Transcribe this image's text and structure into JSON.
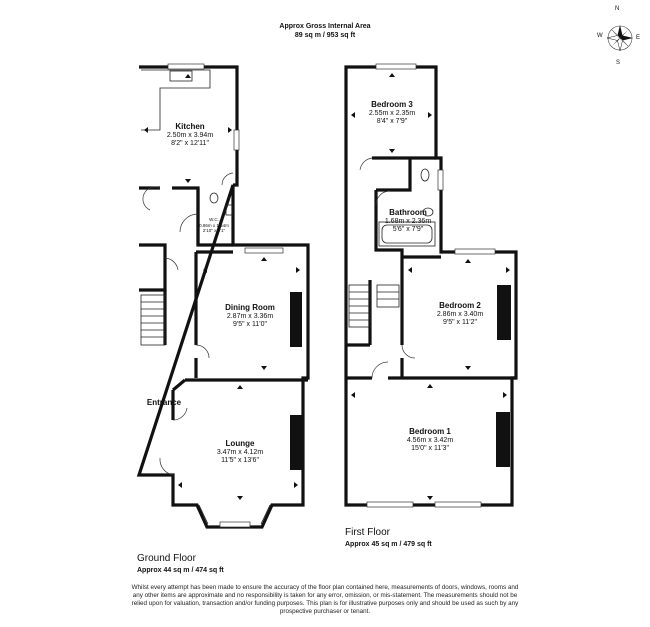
{
  "header": {
    "title": "Approx Gross Internal Area",
    "total": "89 sq m / 953 sq ft"
  },
  "compass": {
    "n": "N",
    "e": "E",
    "s": "S",
    "w": "W"
  },
  "ground_floor": {
    "name": "Ground Floor",
    "area": "Approx 44 sq m / 474 sq ft",
    "rooms": {
      "kitchen": {
        "name": "Kitchen",
        "metric": "2.50m x 3.94m",
        "imperial": "8'2\" x 12'11\""
      },
      "wc": {
        "name": "W.C.",
        "metric": "0.86m x 1.54m",
        "imperial": "2'10\" x 5'1\""
      },
      "dining": {
        "name": "Dining Room",
        "metric": "2.87m x 3.36m",
        "imperial": "9'5\" x 11'0\""
      },
      "entrance": {
        "name": "Entrance"
      },
      "lounge": {
        "name": "Lounge",
        "metric": "3.47m x 4.12m",
        "imperial": "11'5\" x 13'6\""
      }
    }
  },
  "first_floor": {
    "name": "First Floor",
    "area": "Approx 45 sq m / 479 sq ft",
    "rooms": {
      "bedroom3": {
        "name": "Bedroom 3",
        "metric": "2.55m x 2.35m",
        "imperial": "8'4\" x 7'9\""
      },
      "bathroom": {
        "name": "Bathroom",
        "metric": "1.68m x 2.36m",
        "imperial": "5'6\" x 7'9\""
      },
      "bedroom2": {
        "name": "Bedroom 2",
        "metric": "2.86m x 3.40m",
        "imperial": "9'5\" x 11'2\""
      },
      "bedroom1": {
        "name": "Bedroom 1",
        "metric": "4.56m x 3.42m",
        "imperial": "15'0\" x 11'3\""
      }
    }
  },
  "disclaimer": {
    "line1": "Whilst every attempt has been made to ensure the accuracy of the floor plan contained here, measurements of doors, windows, rooms and",
    "line2": "any other items are approximate and no responsibility is taken for any error, omission, or mis-statement. The measurements should not be",
    "line3": "relied upon for valuation, transaction and/or funding purposes. This plan is for illustrative purposes only and should be used as such by any",
    "line4": "prospective purchaser or tenant."
  }
}
